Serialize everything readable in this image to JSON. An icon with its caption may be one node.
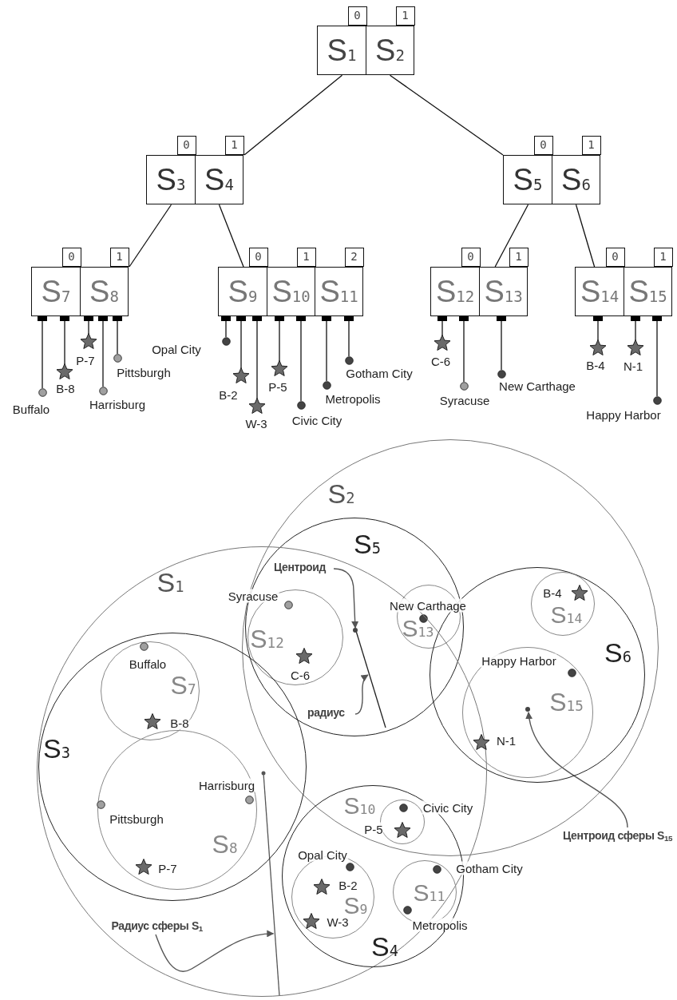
{
  "diagram": {
    "nodes": [
      {
        "text": [],
        "shape": "box"
      },
      {
        "text": [
          "S$_{1}$"
        ],
        "in": 0,
        "beside": [
          "0"
        ]
      },
      {
        "text": [
          "S$_{2}$"
        ],
        "in": 0,
        "beside": [
          "1"
        ]
      },
      {
        "text": [],
        "shape": "box"
      },
      {
        "text": [
          "S$_{3}$"
        ],
        "in": 3,
        "beside": [
          "0"
        ]
      },
      {
        "text": [
          "S$_{4}$"
        ],
        "in": 3,
        "beside": [
          "1"
        ]
      },
      {
        "text": [],
        "shape": "box"
      },
      {
        "text": [
          "S$_{5}$"
        ],
        "in": 6,
        "beside": [
          "0"
        ]
      },
      {
        "text": [
          "S$_{6}$"
        ],
        "in": 6,
        "beside": [
          "1"
        ]
      },
      {
        "text": [],
        "shape": "box"
      },
      {
        "text": [
          "S$_{7}$"
        ],
        "in": 9,
        "beside": [
          "0"
        ]
      },
      {
        "text": [
          "S$_{8}$"
        ],
        "in": 9,
        "beside": [
          "1"
        ]
      },
      {
        "text": [],
        "shape": "box"
      },
      {
        "text": [
          "S$_{9}$"
        ],
        "in": 12,
        "beside": [
          "0"
        ]
      },
      {
        "text": [
          "S$_{10}$"
        ],
        "in": 12,
        "beside": [
          "1"
        ]
      },
      {
        "text": [
          "S$_{11}$"
        ],
        "in": 12,
        "beside": [
          "2"
        ]
      },
      {
        "text": [],
        "shape": "box"
      },
      {
        "text": [
          "S$_{12}$"
        ],
        "in": 16,
        "beside": [
          "0"
        ]
      },
      {
        "text": [
          "S$_{13}$"
        ],
        "in": 16,
        "beside": [
          "1"
        ]
      },
      {
        "text": [],
        "shape": "box"
      },
      {
        "text": [
          "S$_{14}$"
        ],
        "in": 19,
        "beside": [
          "0"
        ]
      },
      {
        "text": [
          "S$_{15}$"
        ],
        "in": 19,
        "beside": [
          "1"
        ]
      },
      {
        "text": [],
        "shape": "circle",
        "beside": [
          "Buffalo"
        ]
      },
      {
        "text": [],
        "shape": "star",
        "beside": [
          "B-8"
        ]
      },
      {
        "text": [],
        "shape": "star",
        "beside": [
          "P-7"
        ]
      },
      {
        "text": [],
        "shape": "circle",
        "beside": [
          "Harrisburg"
        ]
      },
      {
        "text": [],
        "shape": "circle",
        "beside": [
          "Pittsburgh"
        ]
      },
      {
        "text": [],
        "shape": "circle",
        "beside": [
          "Opal City"
        ]
      },
      {
        "text": [],
        "shape": "star",
        "beside": [
          "B-2"
        ]
      },
      {
        "text": [],
        "shape": "star",
        "beside": [
          "W-3"
        ]
      },
      {
        "text": [],
        "shape": "star",
        "beside": [
          "P-5"
        ]
      },
      {
        "text": [],
        "shape": "circle",
        "beside": [
          "Civic City"
        ]
      },
      {
        "text": [],
        "shape": "circle",
        "beside": [
          "Metropolis"
        ]
      },
      {
        "text": [],
        "shape": "circle",
        "beside": [
          "Gotham City"
        ]
      },
      {
        "text": [],
        "shape": "star",
        "beside": [
          "C-6"
        ]
      },
      {
        "text": [],
        "shape": "circle",
        "beside": [
          "Syracuse"
        ]
      },
      {
        "text": [],
        "shape": "circle",
        "beside": [
          "New Carthage"
        ]
      },
      {
        "text": [],
        "shape": "star",
        "beside": [
          "B-4"
        ]
      },
      {
        "text": [],
        "shape": "star",
        "beside": [
          "N-1"
        ]
      },
      {
        "text": [],
        "shape": "circle",
        "beside": [
          "Happy Harbor"
        ]
      },
      {
        "text": [
          "S$_{2}$"
        ]
      },
      {
        "text": [
          "S$_{5}$"
        ],
        "in": 40
      },
      {
        "text": [
          "S$_{12}$"
        ],
        "in": 41
      },
      {
        "text": [
          "S$_{13}$"
        ],
        "in": 41
      },
      {
        "text": [
          "S$_{6}$"
        ],
        "in": 40
      },
      {
        "text": [
          "S$_{14}$"
        ],
        "in": 44
      },
      {
        "text": [
          "S$_{15}$"
        ],
        "in": 44
      },
      {
        "text": [
          "S$_{1}$"
        ]
      },
      {
        "text": [
          "S$_{3}$"
        ],
        "in": 47
      },
      {
        "text": [
          "S$_{7}$"
        ],
        "in": 48
      },
      {
        "text": [
          "S$_{8}$"
        ],
        "in": 48
      },
      {
        "text": [
          "S$_{4}$"
        ],
        "in": 47
      },
      {
        "text": [],
        "shape": "circle",
        "beside": [
          "S$_{10}$"
        ]
      },
      {
        "text": [
          "S$_{9}$"
        ],
        "in": 51
      },
      {
        "text": [
          "S$_{11}$"
        ],
        "in": 51
      },
      {
        "text": [
          "Центроид"
        ],
        "in": 41
      },
      {
        "text": [
          "радиус"
        ],
        "in": 41
      },
      {
        "text": [
          "Центроид сферы S$_{15}$"
        ]
      },
      {
        "text": [
          "Радиус сферы S$_{1}$"
        ],
        "in": 47
      },
      {
        "text": [],
        "shape": "circle",
        "in": 41
      },
      {
        "text": [],
        "shape": "line",
        "in": 41
      },
      {
        "text": [],
        "shape": "circle",
        "in": 46
      },
      {
        "text": [],
        "shape": "line",
        "in": 47
      },
      {
        "text": [],
        "shape": "star",
        "in": 45,
        "beside": [
          "B-4"
        ]
      },
      {
        "text": [],
        "shape": "circle",
        "in": 42,
        "beside": [
          "Syracuse"
        ]
      },
      {
        "text": [],
        "shape": "circle",
        "in": 43,
        "beside": [
          "New Carthage"
        ]
      },
      {
        "text": [],
        "shape": "circle",
        "in": 46,
        "beside": [
          "Happy Harbor"
        ]
      },
      {
        "text": [],
        "shape": "circle",
        "in": 49,
        "beside": [
          "Buffalo"
        ]
      },
      {
        "text": [],
        "shape": "star",
        "in": 42,
        "beside": [
          "C-6"
        ]
      },
      {
        "text": [],
        "shape": "star",
        "in": 49,
        "beside": [
          "B-8"
        ]
      },
      {
        "text": [],
        "shape": "star",
        "beside": [
          "N-1"
        ]
      },
      {
        "text": [],
        "shape": "circle",
        "beside": [
          "Harrisburg"
        ]
      },
      {
        "text": [],
        "shape": "circle",
        "in": 52,
        "beside": [
          "Civic City"
        ]
      },
      {
        "text": [],
        "shape": "circle",
        "in": 50,
        "beside": [
          "Pittsburgh"
        ]
      },
      {
        "text": [],
        "shape": "star",
        "in": 52,
        "beside": [
          "P-5"
        ]
      },
      {
        "text": [],
        "shape": "circle",
        "in": 53,
        "beside": [
          "Opal City"
        ]
      },
      {
        "text": [],
        "shape": "star",
        "in": 50,
        "beside": [
          "P-7"
        ]
      },
      {
        "text": [],
        "shape": "circle",
        "in": 54,
        "beside": [
          "Gotham City"
        ]
      },
      {
        "text": [],
        "shape": "star",
        "in": 53,
        "beside": [
          "B-2"
        ]
      },
      {
        "text": [],
        "shape": "star",
        "in": 53,
        "beside": [
          "W-3"
        ]
      },
      {
        "text": [],
        "shape": "circle",
        "in": 54,
        "beside": [
          "Metropolis"
        ]
      }
    ],
    "edges": [
      {
        "from": 1,
        "to": 3,
        "arrow": "none"
      },
      {
        "from": 2,
        "to": 6,
        "arrow": "none"
      },
      {
        "from": 4,
        "to": 9,
        "arrow": "none"
      },
      {
        "from": 5,
        "to": 12,
        "arrow": "none"
      },
      {
        "from": 7,
        "to": 16,
        "arrow": "none"
      },
      {
        "from": 8,
        "to": 19,
        "arrow": "none"
      },
      {
        "from": 10,
        "to": 22,
        "arrow": "other"
      },
      {
        "from": 10,
        "to": 23,
        "arrow": "other"
      },
      {
        "from": 11,
        "to": 24,
        "arrow": "other"
      },
      {
        "from": 11,
        "to": 25,
        "arrow": "other"
      },
      {
        "from": 11,
        "to": 26,
        "arrow": "other"
      },
      {
        "from": 13,
        "to": 27,
        "arrow": "other"
      },
      {
        "from": 13,
        "to": 28,
        "arrow": "other"
      },
      {
        "from": 13,
        "to": 29,
        "arrow": "other"
      },
      {
        "from": 14,
        "to": 30,
        "arrow": "other"
      },
      {
        "from": 14,
        "to": 31,
        "arrow": "other"
      },
      {
        "from": 15,
        "to": 32,
        "arrow": "other"
      },
      {
        "from": 15,
        "to": 33,
        "arrow": "other"
      },
      {
        "from": 17,
        "to": 34,
        "arrow": "other"
      },
      {
        "from": 17,
        "to": 35,
        "arrow": "other"
      },
      {
        "from": 18,
        "to": 36,
        "arrow": "other"
      },
      {
        "from": 20,
        "to": 37,
        "arrow": "other"
      },
      {
        "from": 21,
        "to": 38,
        "arrow": "other"
      },
      {
        "from": 21,
        "to": 39,
        "arrow": "other"
      },
      {
        "from": 55,
        "to": 59,
        "arrow": "to"
      },
      {
        "from": 56,
        "to": 60,
        "arrow": "to"
      },
      {
        "from": 57,
        "to": 61,
        "arrow": "to"
      },
      {
        "from": 58,
        "to": 62,
        "arrow": "to"
      }
    ]
  }
}
